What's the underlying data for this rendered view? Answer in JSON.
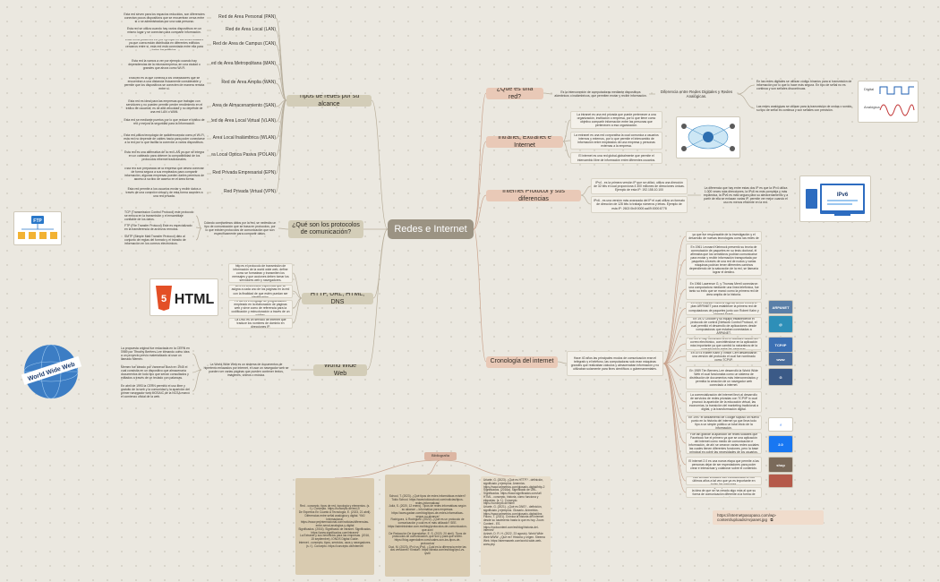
{
  "center": "Redes e Internet",
  "tipos": {
    "title": "Tipos de redes por su alcance",
    "items": [
      {
        "name": "Red de Área Personal (PAN)",
        "desc": "Esta red sirven para los espacios reducidos, son diferencies conectan pocos dispositivos que se encuentran cerca entre sí o se administradas por una sola persona."
      },
      {
        "name": "Red de Área Local (LAN)",
        "desc": "Esta red se utiliza cuando hay varios dispositivos en un mismo lugar y se conectan para compartir información."
      },
      {
        "name": "Red de Área de Campus (CAN)",
        "desc": "Esta red la podemos ver por ejemplo en las universidades ya que cuera están distribuida en diferentes edificios cercanos entre sí, esta red está conectada entre ella para todos los edificios."
      },
      {
        "name": "Red de Área Metropolitana (MAN)",
        "desc": "Esta red la vamos a ver por ejemplo cuando hay dependencias de la misma empresa, en una ciudad o grandes que ahora como Wi-Fi."
      },
      {
        "name": "Red de Área Amplia (WAN)",
        "desc": "Esta red es la que conecta a los ordenadores que se encuentran a una distancia físicamente considerable y permite que los dispositivos se conecten de manera remota entre sí."
      },
      {
        "name": "Red de Área de Almacenamiento (SAN)",
        "desc": "Esta red es ideal para las empresas que trabajan con servidores y no pueden permitir perder rendimiento en el tráfico de usuarios, es de alta velocidad y no depende de una red LAN o WAN."
      },
      {
        "name": "Red de Área Local Virtual (VLAN)",
        "desc": "Esta red se mediante puertos por lo que reduce el tráfico de red y mejora la seguridad para la información."
      },
      {
        "name": "Red de Área Local Inalámbrica (WLAN)",
        "desc": "Esta red utiliza tecnología de radiofrecuencia como el Wi-Fi, esta red no depende de cables hacia para poder conectarse a la red por lo que facilita la conexión a varios dispositivos."
      },
      {
        "name": "Red de Área Local Óptica Pasiva (POLAN)",
        "desc": "Esta red es una alternativa de la red LAN ya que se integra en un cableado para obtener la compatibilidad de los protocolos ethernet tradicionales."
      },
      {
        "name": "Red Privada Empresarial (EPN)",
        "desc": "Esta red son preparada de la empresa que desea conectar de forma segura a sus empleados para compartir información, algunas empresas pueden darles permisos de acceso a su tipo de acceso en el área forma."
      },
      {
        "name": "Red Privada Virtual (VPN)",
        "desc": "Esta red permite a los usuarios enviar y recibir datos a través de una conexión virtual y de esta forma acceden a una red privada."
      }
    ]
  },
  "protocolos": {
    "title": "¿Qué son los protocolos de comunicación?",
    "desc": "Cuando compartimos datos por la red, se necesita un tipo de comunicación que se basa en protocolos, por lo que existen protocolos de comunicación que son específicamente para compartir datos.",
    "items": [
      "TCP (Transmission Control Protocol) este protocolo se enfoca en la transmisión y el ensamblaje confiable de los datos.",
      "FTP (File Transfer Protocol) Este es especializado en la transferencia de archivos remotos.",
      "SMTP (Simple Mail Transfer Protocol) dirio al conjunto de reglas del formato y el tránsito de información en los correos electrónicos."
    ],
    "img_label": "FTP"
  },
  "http": {
    "title": "HTTP, URL, HTML, DNS",
    "items": [
      "http es el protocolo de transmisión de información de la world wide web, define como se formatean y transmiten los mensajes y que acciones deben tomar los servidores web y navegadores.",
      "URL es la dirección específica que se asigna a cada uno de los páginas en la red con la finalidad de que estén puedan ser identificados.",
      "HTML es el lenguaje de programación empleado en la elaboración de páginas web y sirve como de referencia para la codificación y estructuración a través de un código.",
      "La DNS es un servicio de internet que traduce los nombres de dominio en direcciones IP."
    ],
    "img_label": "HTML"
  },
  "www": {
    "title": "World Wide Web",
    "desc": "La World Wide Web es un sistema de documentos de hipertexto enlazados por internet, el usar un navegador web se pueden ver varias páginas que pueden contener textos, imágenes, vídeos o música.",
    "items": [
      "La propuesta original fue redactada en la CERN en 1989 por Timothy Berners-Lee tomando como idea a un proyecto previo materializado al usar un llamado Memex.",
      "Memex fue ideado por Vannevar Bush en 1945 el cual consistía en un dispositivo que almacenaría documentos de todo tipo que serían consultados y editados a través de un teclado con palancas.",
      "En abril de 1993 la CERN permitió el uso libre y gratuito de la web y la comunidad y la aparición del primer navegador web MOSAIC de la NCSA marcó el comienzo oficial de la web."
    ],
    "img_label": "World Wide Web"
  },
  "que_red": {
    "title": "¿Qué es una red?",
    "desc": "Es la interconexión de computadoras mediante dispositivos alámbricos o inalámbricos, que permiten enviar y recibir información.",
    "sub": "Diferencia entre Redes Digitales y Redes Analógicas.",
    "items": [
      "En las redes digitales se utilizan código binarios para sí transmisión de información por lo que lo hace más segura. En tipo de señal no es continua y son señales discontinuas.",
      "Las redes analógicas se utilizan para la transmisión de ondas o sonido, su tipo de señal es continua y son señales con precisión."
    ],
    "img_digital": "Digital",
    "img_analog": "Analógica"
  },
  "intranet": {
    "title": "Intranet, Extranet e Internet",
    "items": [
      "La intranet es una red privada que puede pertenecer a una organización, institución o empresa, por lo que tiene como objetivo compartir información entre las personas que pertenecen a esa organización.",
      "La extranet es una red corporativa la cual comunica a usuarios internos y externos, por lo que permite el intercambio de información entre empleados de una empresa y personas externas a la empresa.",
      "El internet es una red global-globalmente que permite el intercambio libre de información entre diferentes usuarios."
    ]
  },
  "ip": {
    "title": "Internet Protocol y sus diferencias",
    "items": [
      "IPv4 - es la primera versión IP que se utilizó, utiliza una dirección de 32 bits el cual proporciona 4 300 millones de direcciones únicas. Ejemplo de esta IP: 192.158.10.100",
      "IPv6 - es una versión más avanzada del IP el cual utiliza un formato de dirección de 128 bits lo trabaja números y letras. Ejemplo de esta IP: 2602:0b4f:0000:aa09:0000:8778"
    ],
    "sub": "La diferencia que hay entre estas dos IP es que la IPv4 utiliza 1.000 veces más direcciones, la IPv6 es más compleja y más expansiva, la IPv6 es más segura para su almacenamiento y a partir de ella se enlazan varias IP, permite ver mejor cuando el uso es menos eficiente en la red.",
    "img_label": "IPv6"
  },
  "crono": {
    "title": "Cronología del internet",
    "desc": "Hace 40 años las principales modos de comunicación eran el telégrafo y el teléfono, las computadoras solo eran máquinas grandes que realizaban cálculos y almacenaban información y no utilizaban solamente para fines científicos o gubernamentales.",
    "items": [
      "ARPA es parte importante de la historia del internet ya que fue responsable de la investigación y el desarrollo de nuevas tecnologías como las redes de ordenadores.",
      "En 1961 Leonard Kleinrock presentó su teoría de conmutación de paquetes en su tesis doctoral, él afirmaba que los semáforos podrían comunicarse para enviar y recibir información transportada por paquetes a través de una red de nodos y varias máquinas podrían tener diferentes caminos dependiendo de la saturación de la red, se llamaría lograr el destino.",
      "En 1966 Lawrence G. y Thomas Merril conectaron una computadora mediante una línea telefónica, fue tanto su éxito que se marcó como la primera red de área amplia de la historia.",
      "En 1969 cuando Roberts ingresó al ARPA crea el plan ARPANET para establecer la primera red de computadoras de paquetes junto con Robert Kahn y Howard Frank.",
      "En 1972 Crocker y su equipo establecieron el protocolo de control (Network Control Protocol, el cual permitió el desarrollo de aplicaciones desde computadoras que estaban conectadas a ARPANET.",
      "En 1972 Ray Tomlinson creó el software básico del correo electrónico, convirtiéndose en la aplicación más importante ya que cambió la naturaleza de la comunicación entre las personas.",
      "En 1974 Robert Kahn y Vinton Cerf desarrollaron una versión del protocolo el cual fue nombrado como TCP/IP.",
      "En 1989 Tim Berners-Lee desarrolló la World Wide Web el cual funcionaba como un sistema de distribución de documentos más interconectados y permitía la creación de un navegador web conectado a internet.",
      "La comercialización del internet llevó al desarrollo de servicios de redes privadas con TCP/IP lo cual provocó la aparición de la educación virtual, las economías, la transición del marketing tradicional a digital, y la transformación digital.",
      "En 1997 el lanzamiento de Google supuso un nuevo punto en la historia del internet ya que lleva todo tipo a un simple público un total inicio de la información.",
      "Fue tan grande la aparición de redes sociales que Facebook fue el primero ya que se una aplicación del internet como medio de comunicación e información, de ahí se crearon varias redes sociales las cuales tienen diferentes funciones, pero la base principal es cubrir las necesidades de los usuarios.",
      "El internet 2.0 es una nueva etapa que permite a las personas dejar de ser espectadores para poder crear e interactuar y colaborar sobre el contenido.",
      "Las tiendas virtuales han evolucionado en los últimos años a tal vez que ya es importante en todas las personas.",
      "El avance tecnológico que ha habido, cada vez da la idea de que se ha creado algo más al que su forma de comunicación diferente a la forma de comunicación."
    ],
    "img_labels": [
      "ARPANET",
      "@",
      "TCP/IP",
      "www",
      "G",
      "f",
      "2.0",
      "shop"
    ]
  },
  "biblio": {
    "title": "Bibliografía",
    "col1": "Red - concepto, tipos de red, topología y elementos. (s. f.). Concepto. https://concepto.de/red-2/\nDe Expertos En Cuanto A Tecnología, E. (2023, 21 abril). Diferencias entre señal analógica y digital. YMJ Internacional. https://www.ymjinternacional.com/noticias/diferencias-entre-senal-analogica-y-digital\nSignificados. (2016). Significado de intranet. Significados. https://www.significados.com/intranet/\nLa Extranet y sus beneficios para las empresas. (2016, 15 septiembre). IONOS Digital Guide.\nInternet - concepto, tipos, servicios, usos y navegadores. (s. f.). Concepto. https://concepto.de/internet/",
    "col2": "School, T. (2023). ¿Qué tipos de redes informáticas existen? Tokio School. https://www.tokioschool.com/noticias/tipos-redes-informaticas/\nJulià, S. (2020, 12 enero). Tipos de redes informáticas según su alcance – Informática para empresas. https://www.gadae.com/blog/tipos-de-redes-informaticas-segun-su-alcance/\nRodríguez, & Rodríguez. (2022). ¿Qué es un protocolo de comunicación y cuál es el más utilizado? SEE. https://administrator.com.mx/blog/protocolos-de-comunicacion-que-son/\nDe Redacción De Agendalive, E. S. (2020, 20 abril). Tipos de protocolos de comunicación, qué son y para qué sirven. https://blog.agendalive.com/cuales-son-los-tipos-de-protocolos/\nDuó, M. (2023). IPv4 vs IPv6, ¿Cuál es la diferencia entre las dos versiones? Kinsta®. https://kinsta.com/es/blog/ipv4-vs-ipv6/",
    "col3": "Uriarte, G. (2023). ¿Qué es HTTP? - definición, significado y ejemplos. Amemics. https://www.arimetrics.com/glosario-digital/http-2\nSignificados. (2016a). Significado de URL. Significados. https://www.significados.com/url/\nHTML - concepto, historia, cómo funciona y etiquetas. (s. f.). Concepto. https://concepto.de/html/\nUriarte, G. (2021). ¿Qué es DNS? - definición, significado y ejemplos. Glosario. Arimetrics. https://www.arimetrics.com/glosario-digital/dns\nFisoro, T. (2021). Crónica la historia del internet desde su nacimiento hasta lo que es hoy. Zoom Content - ES. https://rockcontent.com/es/blog/historia-del-internet/\nAzizah, D. R. H. (2022, 23 agosto). World Wide Web WWW: ¿Qué es? Historia y origen. Steema Web. https://steemaweb.com/world-wide-web-www.php"
  },
  "url": "https://internetpasopaso.com/wp-content/uploads/Arpanet.jpg"
}
